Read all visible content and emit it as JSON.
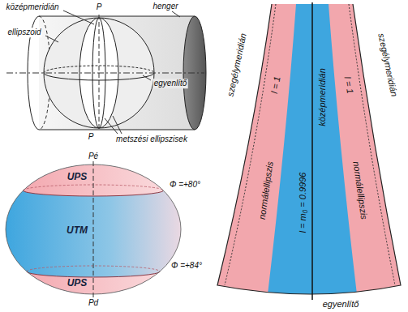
{
  "diagram": {
    "nodes": [
      {
        "text": [
          "UPS"
        ]
      },
      {
        "text": [
          "UTM"
        ]
      },
      {
        "text": [
          "UPS"
        ]
      }
    ],
    "labels": [
      "középmeridián",
      "P",
      "henger",
      "ellipszoid",
      "egyenlítő",
      "P",
      "metszési ellipszisek",
      "Pé",
      "Φ =+80°",
      "Φ =+84°",
      "Pd",
      "szegélymeridián",
      "l = 1",
      "normálellipszis",
      "l = m₀ = 0.9996",
      "középmeridián",
      "l = 1",
      "szegélymeridián",
      "normálellipszis",
      "egyenlítő"
    ]
  }
}
